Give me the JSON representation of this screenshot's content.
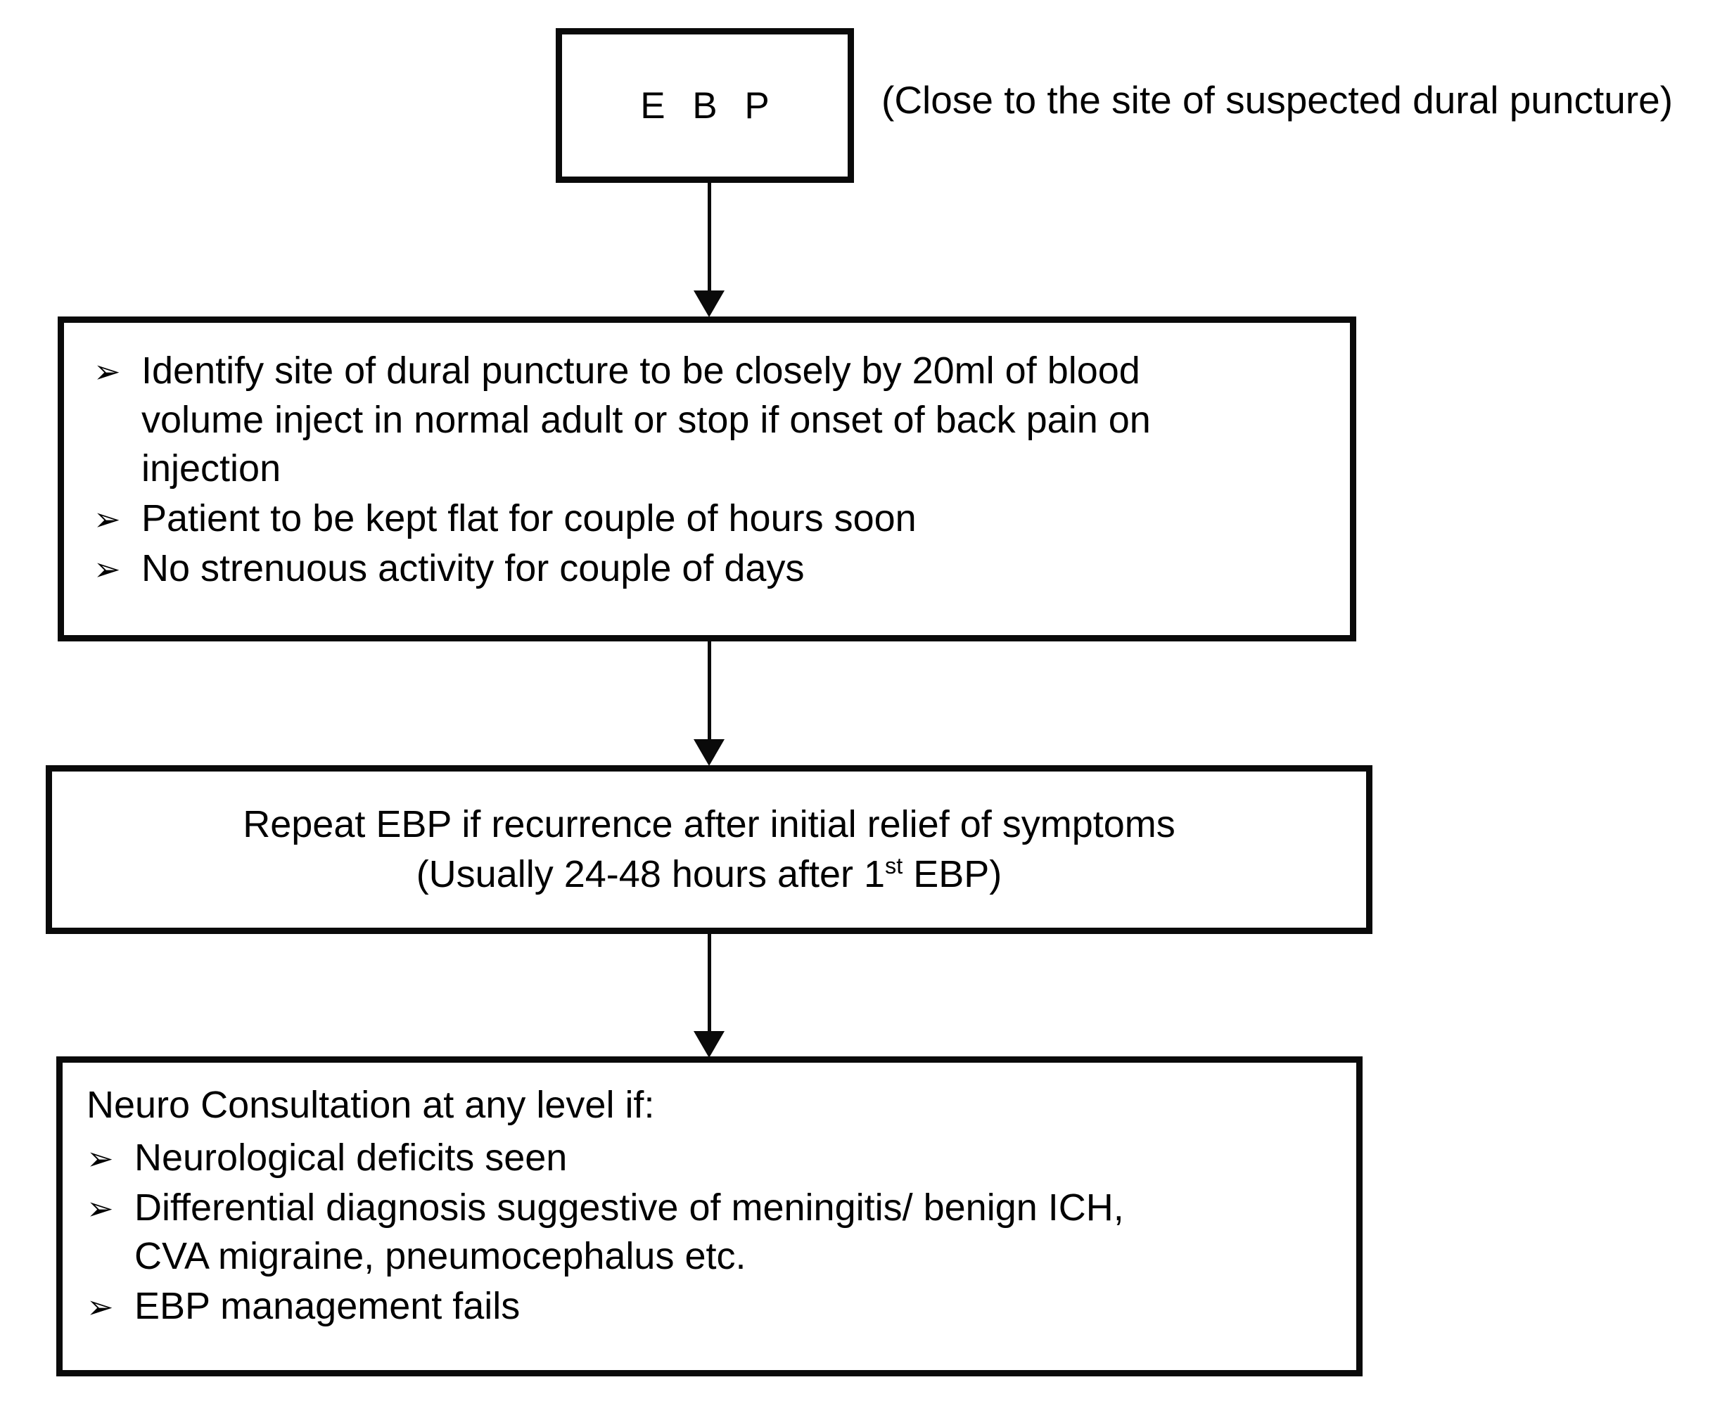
{
  "diagram": {
    "title": "EBP management flowchart",
    "ink_color": "#0a0a0a",
    "background_color": "#ffffff",
    "bullet_glyph": "➢"
  },
  "nodes": {
    "ebp": {
      "label": "E B P",
      "annotation": "(Close to the site of suspected dural puncture)"
    },
    "procedure": {
      "bullets": [
        "Identify site of dural puncture to be closely by 20ml of blood volume inject in normal adult or stop if onset of back pain on injection",
        "Patient to be kept flat for couple of hours soon",
        "No strenuous activity for couple of days"
      ]
    },
    "repeat": {
      "line1": "Repeat EBP if recurrence after initial relief of symptoms",
      "line2_prefix": "(Usually 24-48 hours after 1",
      "line2_ordinal": "st",
      "line2_suffix": " EBP)"
    },
    "neuro": {
      "intro": "Neuro Consultation at any level if:",
      "bullets": [
        "Neurological deficits seen",
        "Differential diagnosis suggestive of meningitis/ benign ICH, CVA migraine, pneumocephalus etc.",
        "EBP management fails"
      ]
    }
  },
  "connectors": [
    {
      "name": "ebp-to-procedure",
      "from": "ebp",
      "to": "procedure"
    },
    {
      "name": "procedure-to-repeat",
      "from": "procedure",
      "to": "repeat"
    },
    {
      "name": "repeat-to-neuro",
      "from": "repeat",
      "to": "neuro"
    }
  ]
}
